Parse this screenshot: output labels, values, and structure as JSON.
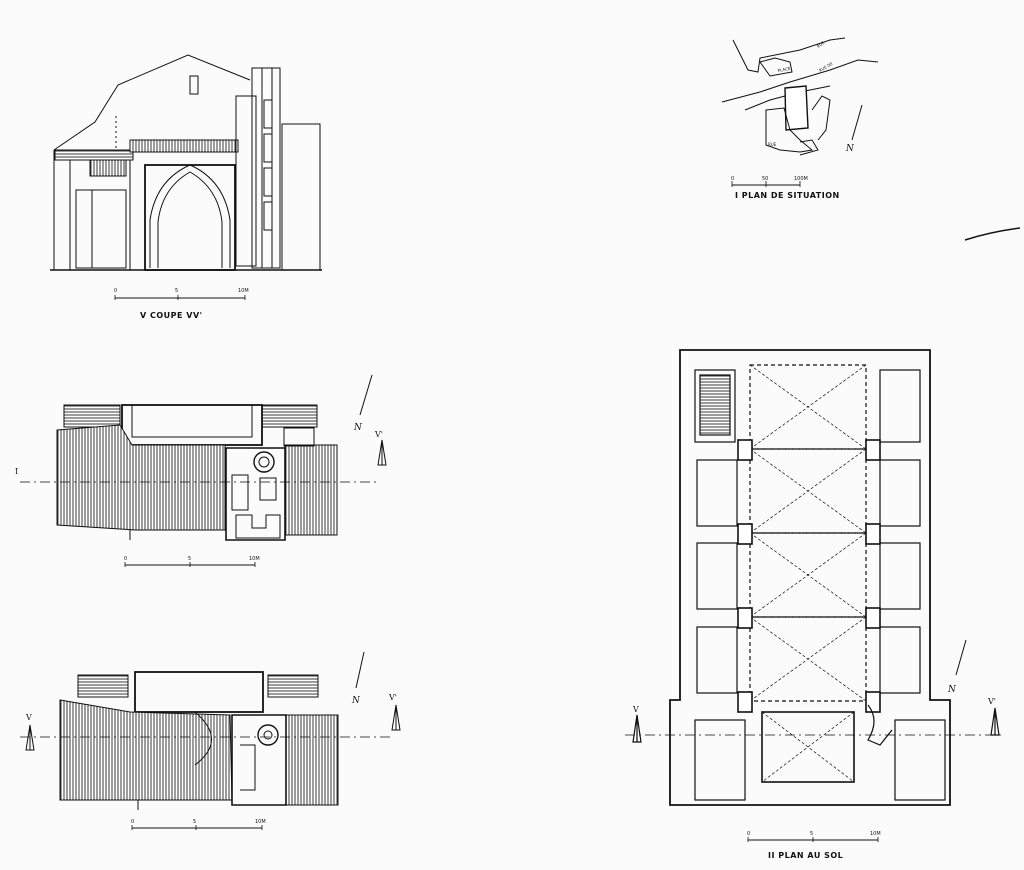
{
  "plan_situation": {
    "title": "I PLAN DE SITUATION",
    "scale": [
      "0",
      "50",
      "100M"
    ],
    "street_labels": [
      "RUE",
      "RUE DE",
      "PLACE",
      "RUE"
    ],
    "north": "N"
  },
  "coupe": {
    "title": "V COUPE VV'",
    "scale": [
      "0",
      "5",
      "10M"
    ]
  },
  "upper_plan": {
    "scale": [
      "0",
      "5",
      "10M"
    ],
    "north": "N",
    "section_left": "I",
    "section_right": "V'"
  },
  "lower_plan": {
    "scale": [
      "0",
      "5",
      "10M"
    ],
    "north": "N",
    "section_left": "V",
    "section_right": "V'"
  },
  "plan_sol": {
    "title": "II PLAN AU SOL",
    "scale": [
      "0",
      "5",
      "10M"
    ],
    "north": "N",
    "section_left": "V",
    "section_right": "V'"
  },
  "colors": {
    "ink": "#111111",
    "paper": "#fbfbfb"
  }
}
